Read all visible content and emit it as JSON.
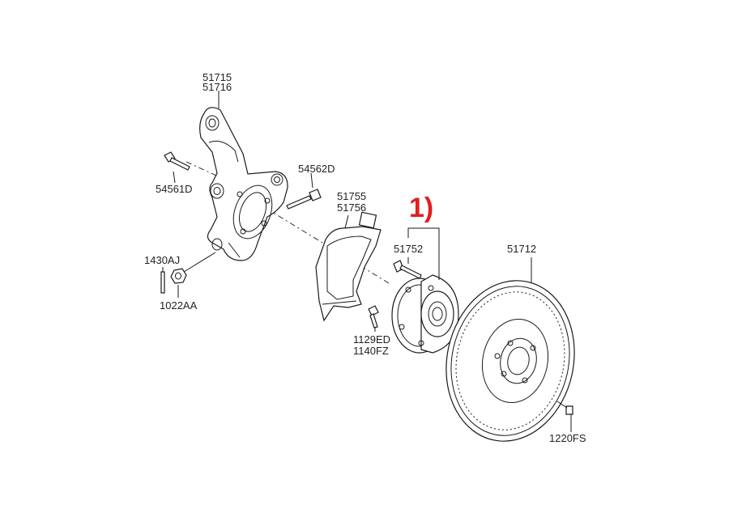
{
  "callout": "1)",
  "labels": {
    "knuckle_lh": "51715",
    "knuckle_rh": "51716",
    "bolt_54561d": "54561D",
    "bolt_54562d": "54562D",
    "dust_cover_lh": "51755",
    "dust_cover_rh": "51756",
    "hub_bolt": "51752",
    "disc": "51712",
    "pin_1430aj": "1430AJ",
    "nut_1022aa": "1022AA",
    "screw_1129ed": "1129ED",
    "screw_1140fz": "1140FZ",
    "screw_1220fs": "1220FS"
  },
  "colors": {
    "callout": "#e0201c",
    "line": "#1a1a1a"
  }
}
